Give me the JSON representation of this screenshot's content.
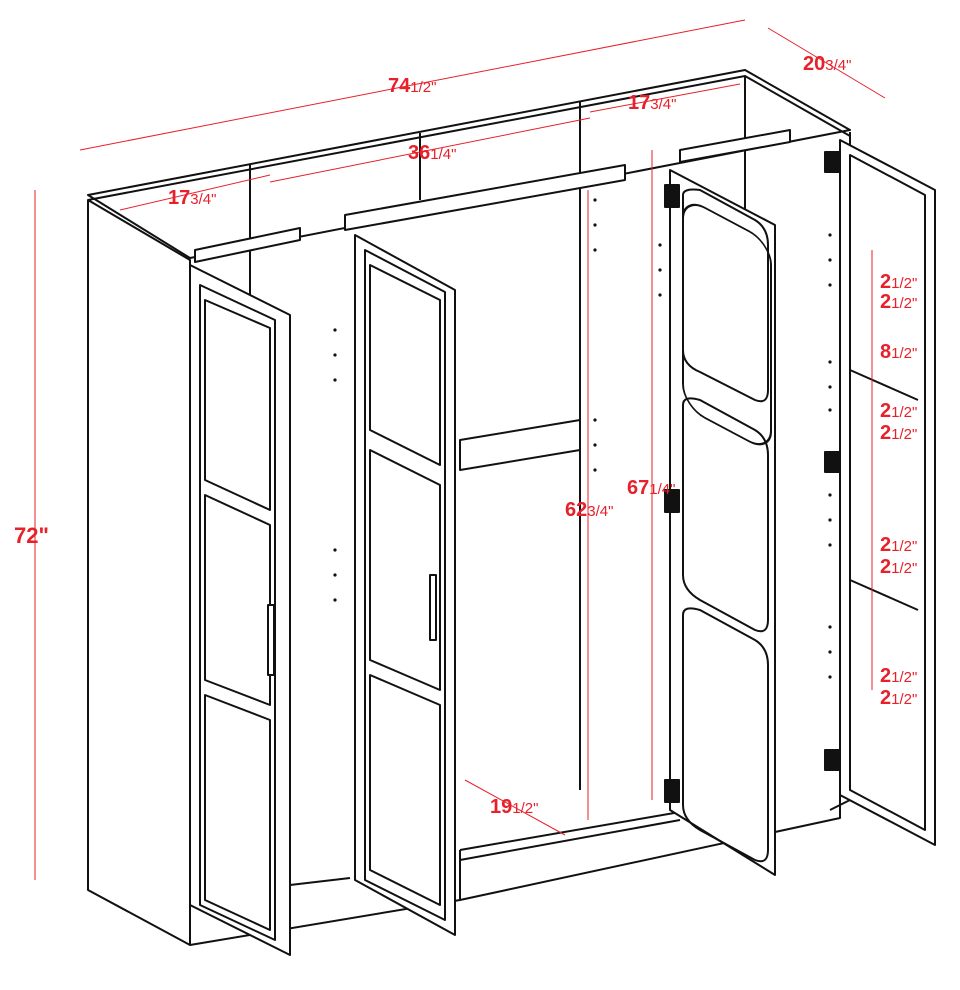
{
  "diagram": {
    "subject": "Four-door wardrobe cabinet with hanging rods and adjustable shelf holes",
    "accent_color": "#e8202a",
    "line_color": "#111111",
    "dimensions": {
      "overall_width": {
        "whole": "74",
        "fraction": "1/2\""
      },
      "overall_depth": {
        "whole": "20",
        "fraction": "3/4\""
      },
      "overall_height": {
        "whole": "72\"",
        "fraction": ""
      },
      "left_section_width": {
        "whole": "17",
        "fraction": "3/4\""
      },
      "center_section_width": {
        "whole": "36",
        "fraction": "1/4\""
      },
      "right_section_width": {
        "whole": "17",
        "fraction": "3/4\""
      },
      "center_hanging_height": {
        "whole": "62",
        "fraction": "3/4\""
      },
      "interior_height": {
        "whole": "67",
        "fraction": "1/4\""
      },
      "interior_depth": {
        "whole": "19",
        "fraction": "1/2\""
      },
      "shelf_hole_spacing": [
        {
          "whole": "2",
          "fraction": "1/2\""
        },
        {
          "whole": "2",
          "fraction": "1/2\""
        },
        {
          "whole": "8",
          "fraction": "1/2\""
        },
        {
          "whole": "2",
          "fraction": "1/2\""
        },
        {
          "whole": "2",
          "fraction": "1/2\""
        },
        {
          "whole": "2",
          "fraction": "1/2\""
        },
        {
          "whole": "2",
          "fraction": "1/2\""
        },
        {
          "whole": "2",
          "fraction": "1/2\""
        },
        {
          "whole": "2",
          "fraction": "1/2\""
        }
      ]
    }
  }
}
